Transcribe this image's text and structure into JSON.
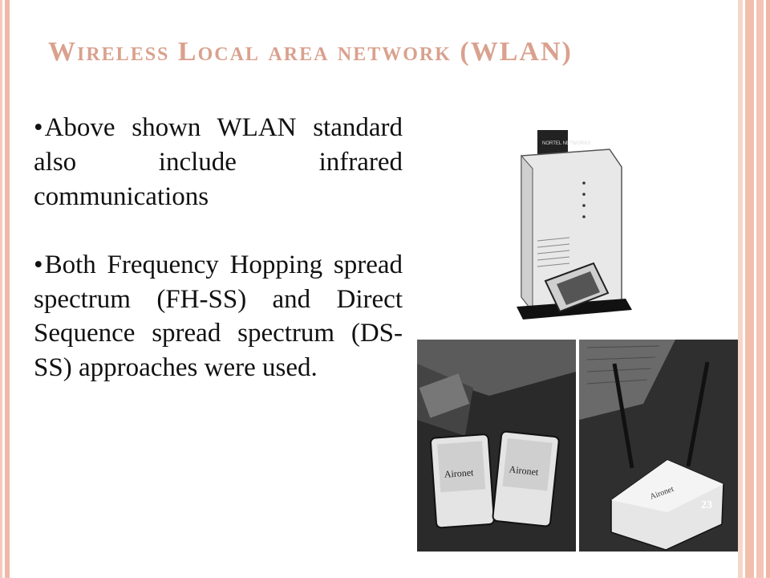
{
  "slide": {
    "title": "Wireless Local area network (WLAN)",
    "bullets": [
      "Above shown WLAN standard also include infrared communications",
      "Both Frequency Hopping spread spectrum (FH-SS) and Direct Sequence spread spectrum (DS-SS) approaches were used."
    ],
    "page_number": "23",
    "images": {
      "top": {
        "labels": [
          "NORTEL NETWORKS"
        ]
      },
      "bottom_left": {
        "labels": [
          "Aironet",
          "Aironet"
        ]
      },
      "bottom_right": {
        "labels": [
          "Aironet"
        ]
      }
    }
  }
}
